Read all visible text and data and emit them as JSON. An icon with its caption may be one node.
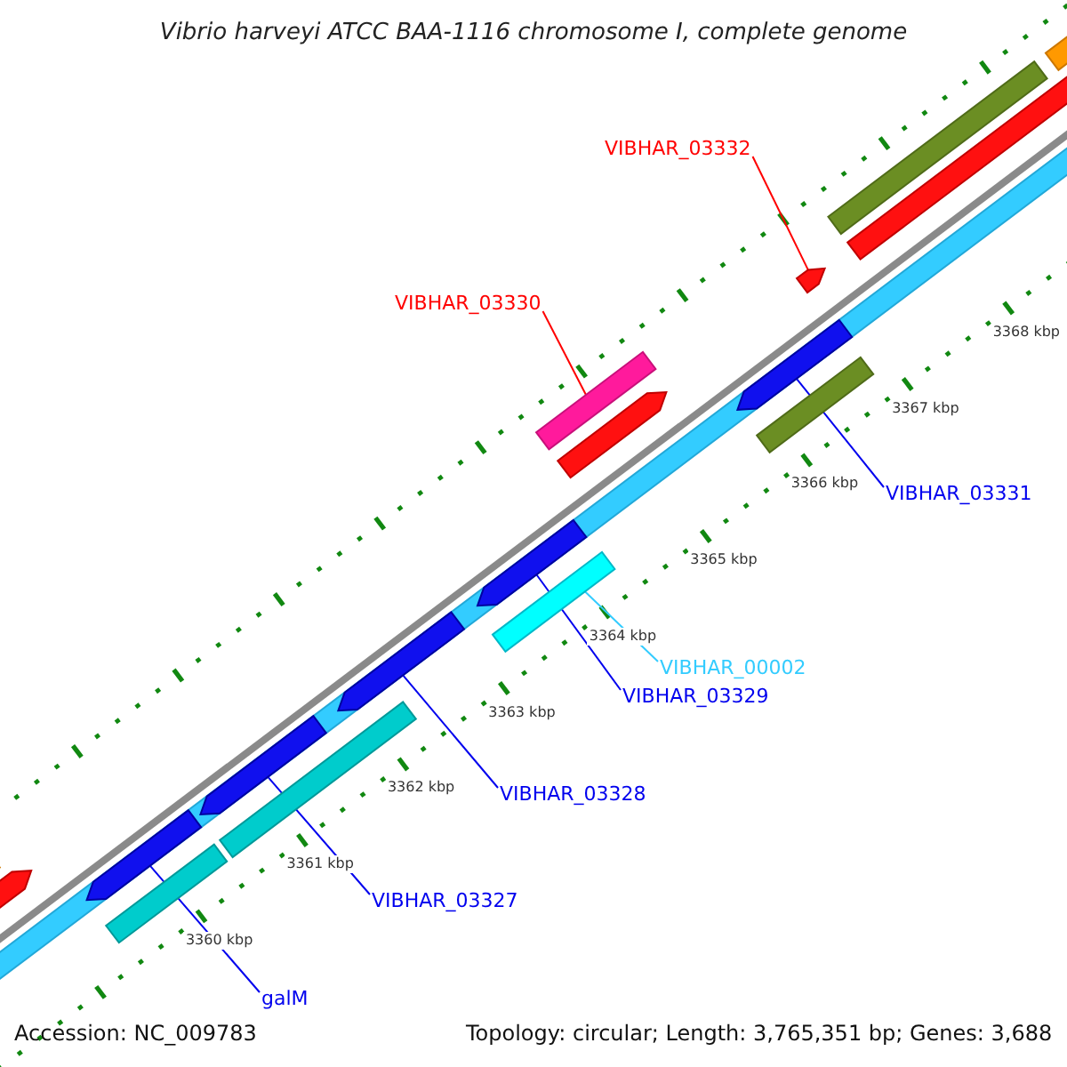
{
  "diagram": {
    "title": "Vibrio harveyi ATCC BAA-1116 chromosome I, complete genome",
    "nodes": [
      {
        "text": [
          "VIBHAR_03332"
        ]
      },
      {
        "text": [],
        "shape": "bar"
      },
      {
        "text": [
          "VIBHAR_03330"
        ]
      },
      {
        "text": [],
        "shape": "bar"
      },
      {
        "text": [
          "VIBHAR_03331"
        ]
      },
      {
        "text": [],
        "shape": "bar"
      },
      {
        "text": [
          "VIBHAR_00002"
        ]
      },
      {
        "text": [],
        "shape": "bar"
      },
      {
        "text": [
          "VIBHAR_03329"
        ]
      },
      {
        "text": [],
        "shape": "bar"
      },
      {
        "text": [
          "VIBHAR_03328"
        ]
      },
      {
        "text": [],
        "shape": "bar"
      },
      {
        "text": [
          "VIBHAR_03327"
        ]
      },
      {
        "text": [],
        "shape": "bar"
      },
      {
        "text": [
          "galM"
        ]
      },
      {
        "text": [],
        "shape": "bar"
      },
      {
        "text": [],
        "shape": "bar"
      },
      {
        "text": [],
        "shape": "bar"
      },
      {
        "text": [],
        "shape": "bar"
      },
      {
        "text": [],
        "shape": "bar"
      },
      {
        "text": [],
        "shape": "bar"
      },
      {
        "text": [],
        "shape": "bar"
      },
      {
        "text": [],
        "shape": "bar"
      },
      {
        "text": [],
        "shape": "bar"
      },
      {
        "text": [],
        "shape": "bar"
      }
    ],
    "edges": [
      {
        "from": 0,
        "to": 1,
        "arrow": "none",
        "color": "#ff0000"
      },
      {
        "from": 2,
        "to": 3,
        "arrow": "none",
        "color": "#ff0000"
      },
      {
        "from": 4,
        "to": 5,
        "arrow": "none"
      },
      {
        "from": 6,
        "to": 7,
        "arrow": "none",
        "color": "#33ccff"
      },
      {
        "from": 8,
        "to": 9,
        "arrow": "none"
      },
      {
        "from": 10,
        "to": 11,
        "arrow": "none"
      },
      {
        "from": 12,
        "to": 13,
        "arrow": "none"
      },
      {
        "from": 14,
        "to": 15,
        "arrow": "none"
      }
    ],
    "labels": [
      "3368 kbp",
      "3367 kbp",
      "3366 kbp",
      "3365 kbp",
      "3364 kbp",
      "3363 kbp",
      "3362 kbp",
      "3361 kbp",
      "3360 kbp",
      "Accession: NC_009783",
      "Topology: circular; Length: 3,765,351 bp; Genes: 3,688"
    ]
  }
}
